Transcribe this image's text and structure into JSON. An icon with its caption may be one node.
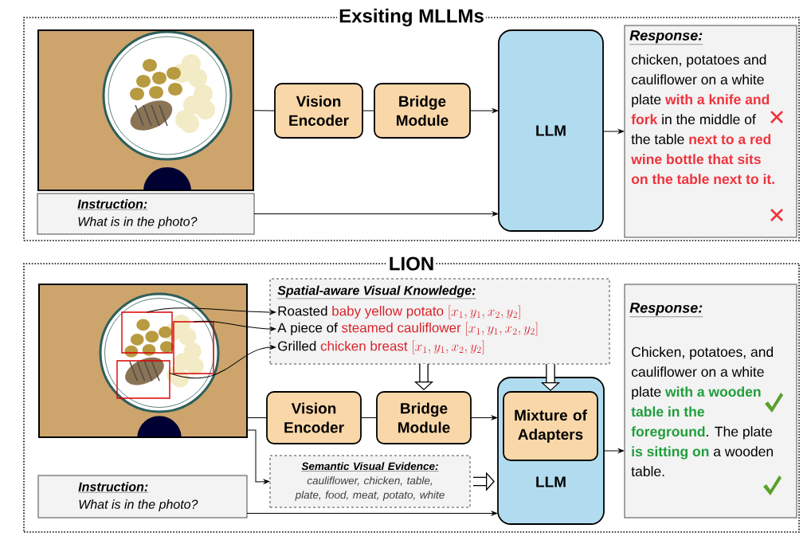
{
  "diagram": {
    "nodes": [
      {
        "text": [
          "Exsiting MLLMs"
        ]
      },
      {
        "text": [],
        "shape": "picture",
        "in": 0
      },
      {
        "text": [
          "Vision Encoder"
        ],
        "in": 0
      },
      {
        "text": [
          "Bridge Module"
        ],
        "in": 0
      },
      {
        "text": [
          "LLM"
        ],
        "in": 0
      },
      {
        "text": [
          "Response:",
          "chicken, potatoes and cauliflower on a white plate **with a knife and fork** in the middle of the table **next to a red wine bottle that sits on the table next to it.**"
        ],
        "in": 0
      },
      {
        "text": [
          "Instruction:",
          "What is in the photo?"
        ],
        "in": 0
      },
      {
        "text": [
          "LION"
        ]
      },
      {
        "text": [],
        "shape": "picture",
        "in": 7
      },
      {
        "text": [],
        "shape": "box",
        "in": 8
      },
      {
        "text": [],
        "shape": "box",
        "in": 8
      },
      {
        "text": [],
        "shape": "box",
        "in": 8
      },
      {
        "text": [
          "Spatial-aware Visual Knowledge:"
        ],
        "in": 7
      },
      {
        "text": [
          "Roasted",
          "baby yellow potato",
          "[x_1,y_1,x_2,y_2]"
        ],
        "in": 12
      },
      {
        "text": [
          "A piece of",
          "steamed cauliflower",
          "[x_1,y_1,x_2,y_2]"
        ],
        "in": 12
      },
      {
        "text": [
          "Grilled",
          "chicken breast",
          "[x_1,y_1,x_2,y_2]"
        ],
        "in": 12
      },
      {
        "text": [
          "Vision Encoder"
        ],
        "in": 7
      },
      {
        "text": [
          "Bridge Module"
        ],
        "in": 7
      },
      {
        "text": [
          "LLM"
        ],
        "in": 7
      },
      {
        "text": [
          "Mixture of Adapters"
        ],
        "in": 18
      },
      {
        "text": [
          "Semantic Visual Evidence:",
          "cauliflower, chicken, table, plate, food, meat, potato, white"
        ],
        "in": 7
      },
      {
        "text": [
          "Response:",
          "Chicken, potatoes, and cauliflower on a white plate **with a wooden table in the foreground**. The plate **is sitting on** a wooden table."
        ],
        "in": 7
      },
      {
        "text": [
          "Instruction:",
          "What is in the photo?"
        ],
        "in": 7
      }
    ],
    "edges": [
      {
        "from": 1,
        "to": 2,
        "arrow": "none"
      },
      {
        "from": 2,
        "to": 3,
        "arrow": "none"
      },
      {
        "from": 3,
        "to": 4,
        "arrow": "to"
      },
      {
        "from": 4,
        "to": 5,
        "arrow": "to"
      },
      {
        "from": 6,
        "to": 4,
        "arrow": "to"
      },
      {
        "from": 9,
        "to": 13,
        "arrow": "to"
      },
      {
        "from": 10,
        "to": 14,
        "arrow": "to"
      },
      {
        "from": 11,
        "to": 15,
        "arrow": "to"
      },
      {
        "from": 8,
        "to": 16,
        "arrow": "none"
      },
      {
        "from": 16,
        "to": 17,
        "arrow": "none"
      },
      {
        "from": 17,
        "to": 18,
        "arrow": "to"
      },
      {
        "from": 18,
        "to": 21,
        "arrow": "to"
      },
      {
        "from": 8,
        "to": 20,
        "arrow": "to"
      },
      {
        "from": 20,
        "to": 18,
        "arrow": "to",
        "style": "thick"
      },
      {
        "from": 12,
        "to": 17,
        "arrow": "to",
        "style": "thick"
      },
      {
        "from": 12,
        "to": 19,
        "arrow": "to",
        "style": "thick"
      },
      {
        "from": 22,
        "to": 18,
        "arrow": "to"
      }
    ]
  }
}
